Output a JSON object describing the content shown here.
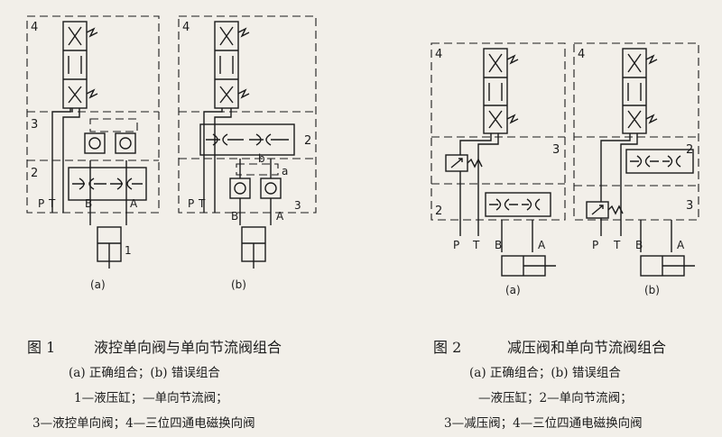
{
  "figure1": {
    "title_number": "图 1",
    "title": "液控单向阀与单向节流阀组合",
    "subcaption": "(a) 正确组合；(b) 错误组合",
    "legend_1": "1—液压缸；—单向节流阀；",
    "legend_2": "3—液控单向阀；4—三位四通电磁换向阀",
    "panel_a": {
      "label": "(a)",
      "zones": [
        "4",
        "3",
        "2"
      ],
      "ports": [
        "P",
        "T",
        "B",
        "A"
      ],
      "cylinder_label": "1"
    },
    "panel_b": {
      "label": "(b)",
      "zones": [
        "4",
        "2",
        "3"
      ],
      "ports": [
        "P",
        "T",
        "B",
        "A"
      ],
      "pilot_labels": [
        "b",
        "a"
      ]
    }
  },
  "figure2": {
    "title_number": "图 2",
    "title": "减压阀和单向节流阀组合",
    "subcaption": "(a) 正确组合；(b) 错误组合",
    "legend_1": "—液压缸；2—单向节流阀；",
    "legend_2": "3—减压阀；4—三位四通电磁换向阀",
    "panel_a": {
      "label": "(a)",
      "zones": [
        "4",
        "3",
        "2"
      ],
      "ports": [
        "P",
        "T",
        "B",
        "A"
      ]
    },
    "panel_b": {
      "label": "(b)",
      "zones": [
        "4",
        "2",
        "3"
      ],
      "ports": [
        "P",
        "T",
        "B",
        "A"
      ]
    }
  }
}
